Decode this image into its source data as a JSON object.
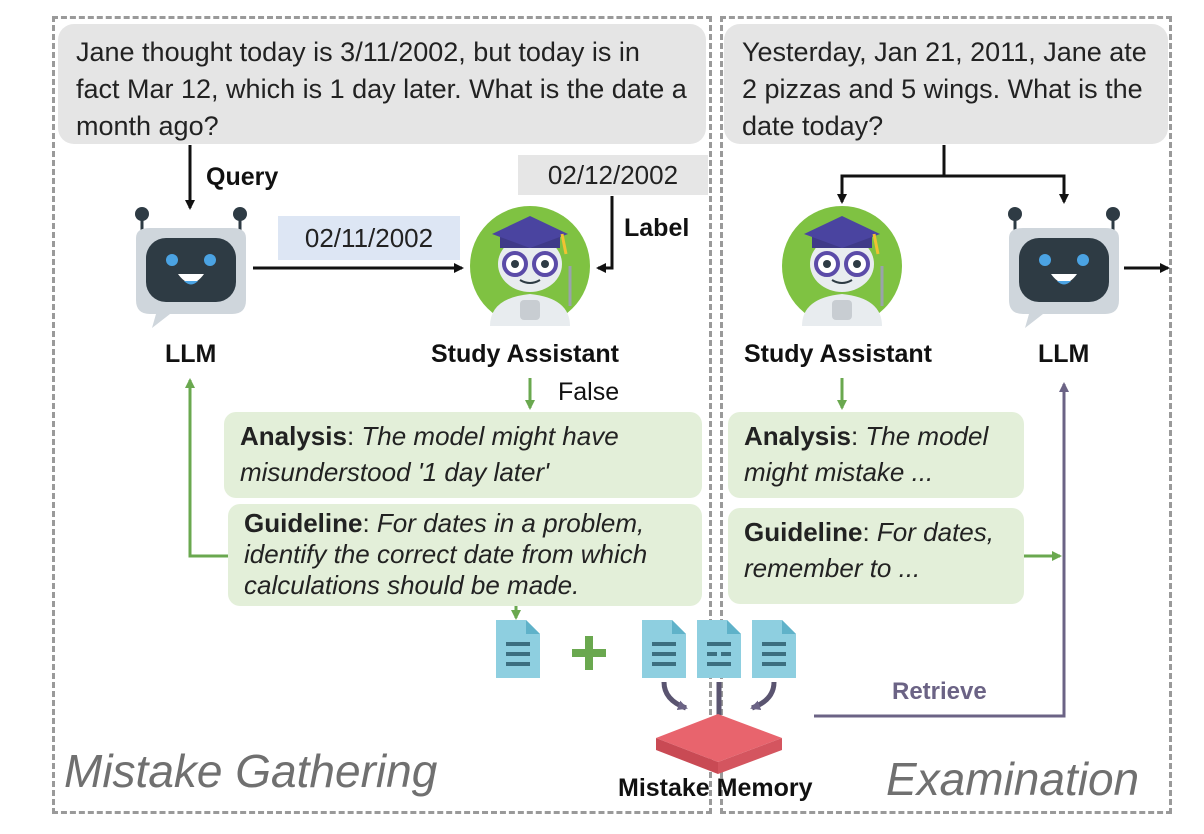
{
  "left_panel": {
    "title": "Mistake Gathering",
    "question": "Jane thought today is 3/11/2002, but today is in fact Mar 12, which is 1 day later. What is the date a month ago?",
    "query_label": "Query",
    "llm_label": "LLM",
    "llm_answer": "02/11/2002",
    "gold_label": "02/12/2002",
    "label_text": "Label",
    "assistant_label": "Study Assistant",
    "verdict": "False",
    "analysis_key": "Analysis",
    "analysis_text": "The model might have misunderstood '1 day later'",
    "guideline_key": "Guideline",
    "guideline_text": "For dates in a problem, identify the correct date from which calculations should be made."
  },
  "right_panel": {
    "title": "Examination",
    "question": "Yesterday, Jan 21, 2011, Jane ate 2 pizzas and 5 wings. What is the date today?",
    "assistant_label": "Study Assistant",
    "llm_label": "LLM",
    "analysis_key": "Analysis",
    "analysis_text": "The model might mistake ...",
    "guideline_key": "Guideline",
    "guideline_text": "For dates, remember to ..."
  },
  "memory": {
    "label": "Mistake Memory",
    "retrieve_label": "Retrieve"
  },
  "colors": {
    "green_arrow": "#6aa84f",
    "purple_arrow": "#6b6385",
    "doc_blue": "#8ecfe0",
    "memory_red": "#e8646d",
    "robot_dark": "#2e3b44",
    "robot_eye": "#4ba3e3",
    "assistant_green": "#7fc242"
  }
}
